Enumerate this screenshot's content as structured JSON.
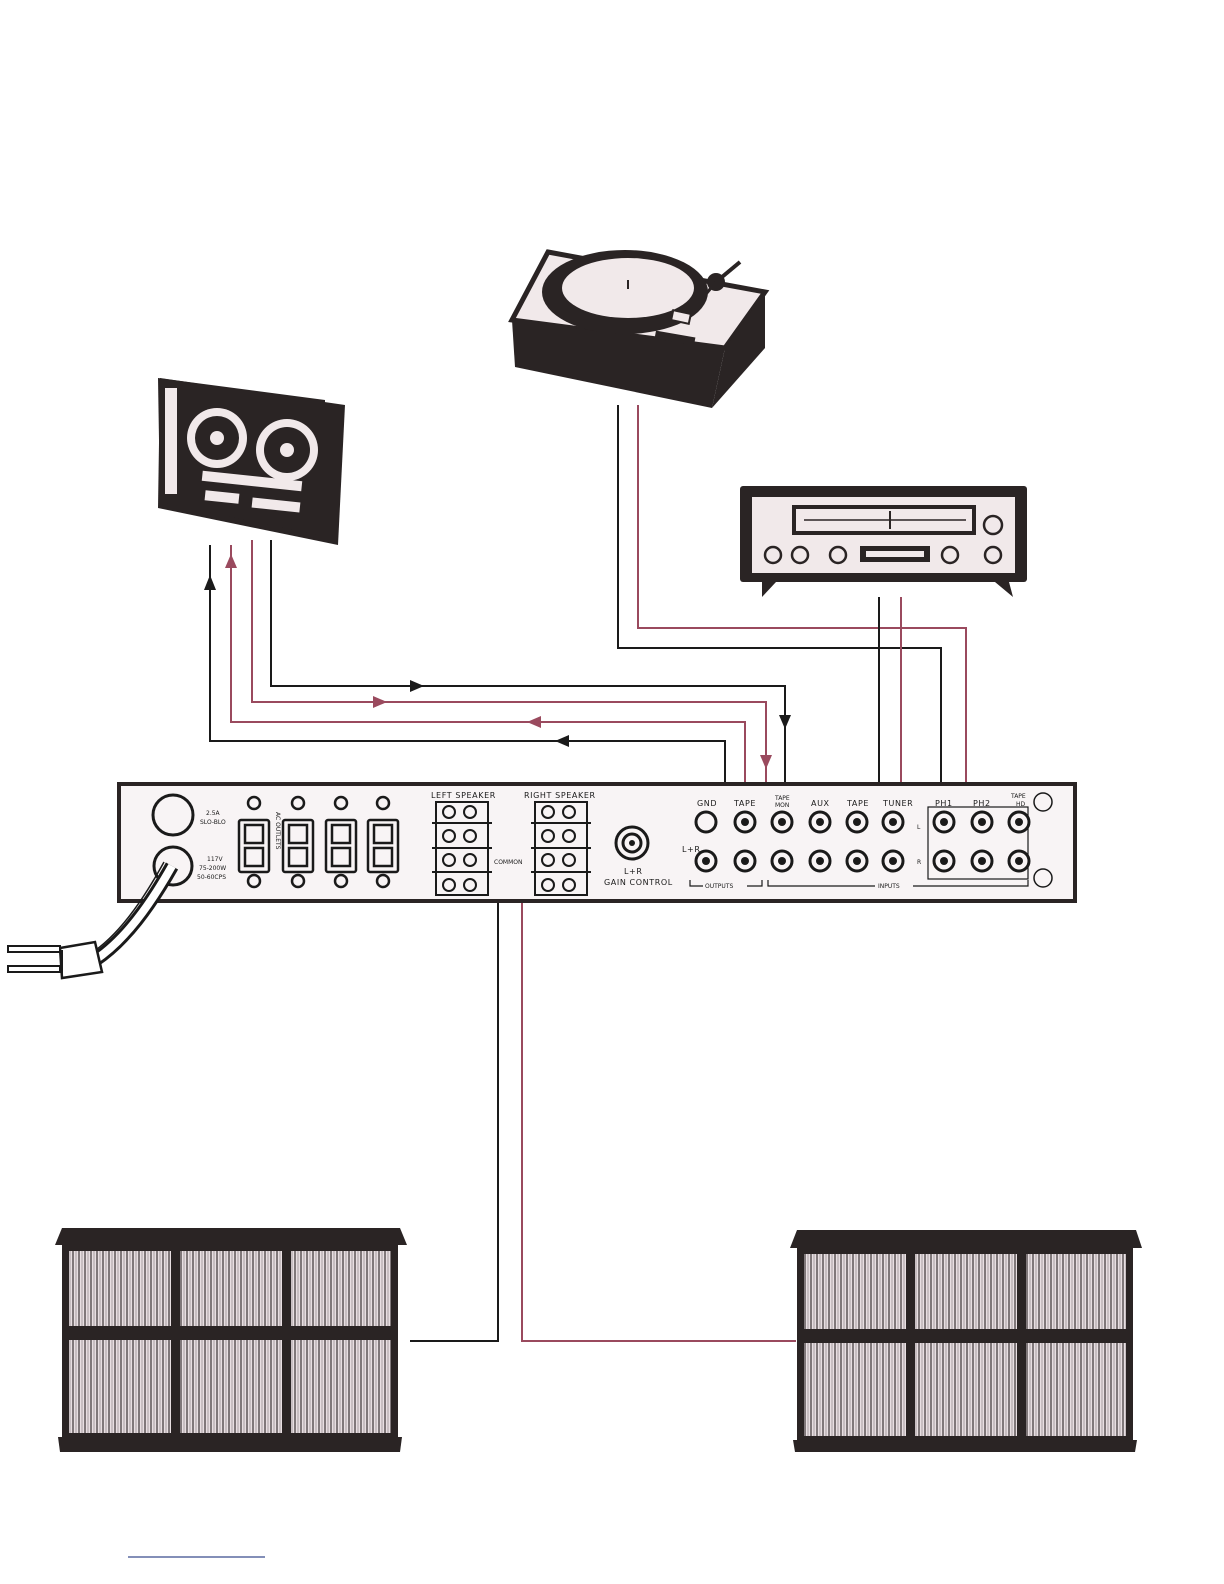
{
  "colors": {
    "ink": "#1a1a1a",
    "red_wire": "#9a4a5e",
    "device_dark": "#2a2424",
    "device_light": "#f1e9ea",
    "speaker_face": "#d9cfd2"
  },
  "amplifier": {
    "fuse_label_1": "2.5A",
    "fuse_label_2": "SLO-BLO",
    "power_label_1": "117V",
    "power_label_2": "75-200W",
    "power_label_3": "50-60CPS",
    "ac_outlets_label": "AC OUTLETS",
    "left_speaker_label": "LEFT SPEAKER",
    "right_speaker_label": "RIGHT SPEAKER",
    "common_label": "COMMON",
    "gain_label_1": "L+R",
    "gain_label_2": "GAIN CONTROL",
    "lr_label": "L+R",
    "jack_labels": {
      "gnd": "GND",
      "tape_out": "TAPE",
      "tape_mon_1": "TAPE",
      "tape_mon_2": "MON",
      "aux": "AUX",
      "tape_in": "TAPE",
      "tuner": "TUNER",
      "ph1": "PH1",
      "ph2": "PH2",
      "tape_hd_1": "TAPE",
      "tape_hd_2": "HD",
      "left": "L",
      "right": "R"
    },
    "outputs_label": "OUTPUTS",
    "inputs_label": "INPUTS"
  },
  "icons": {
    "tape_recorder": "reel-to-reel-tape-recorder-icon",
    "turntable": "turntable-icon",
    "tuner": "radio-tuner-icon",
    "speaker": "speaker-cabinet-icon",
    "plug": "power-plug-icon"
  }
}
